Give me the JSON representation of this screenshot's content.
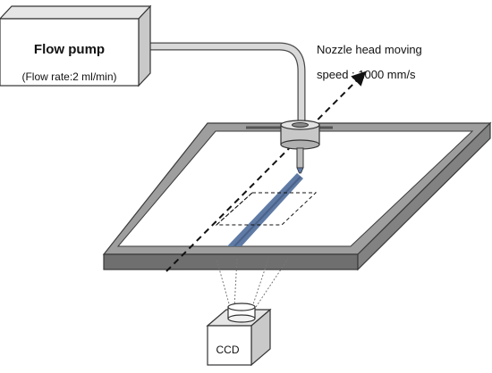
{
  "pump": {
    "title": "Flow pump",
    "flow_rate": "(Flow rate:2 ml/min)"
  },
  "nozzle": {
    "speed_line1": "Nozzle head moving",
    "speed_line2": "speed : 1000 mm/s"
  },
  "camera": {
    "label": "CCD"
  },
  "colors": {
    "frame_top": "#9e9e9e",
    "frame_front": "#6f6f6f",
    "frame_side": "#828282",
    "frame_outline": "#3a3a3a",
    "deposit": "#5f7ba5",
    "nozzle_metal": "#bdbdbd",
    "box_face": "#ffffff",
    "box_top": "#e6e6e6",
    "box_side": "#c9c9c9",
    "dashed": "#111111",
    "dotted": "#777777"
  },
  "icons": {
    "motion_arrow": "dashed-arrow-icon"
  }
}
